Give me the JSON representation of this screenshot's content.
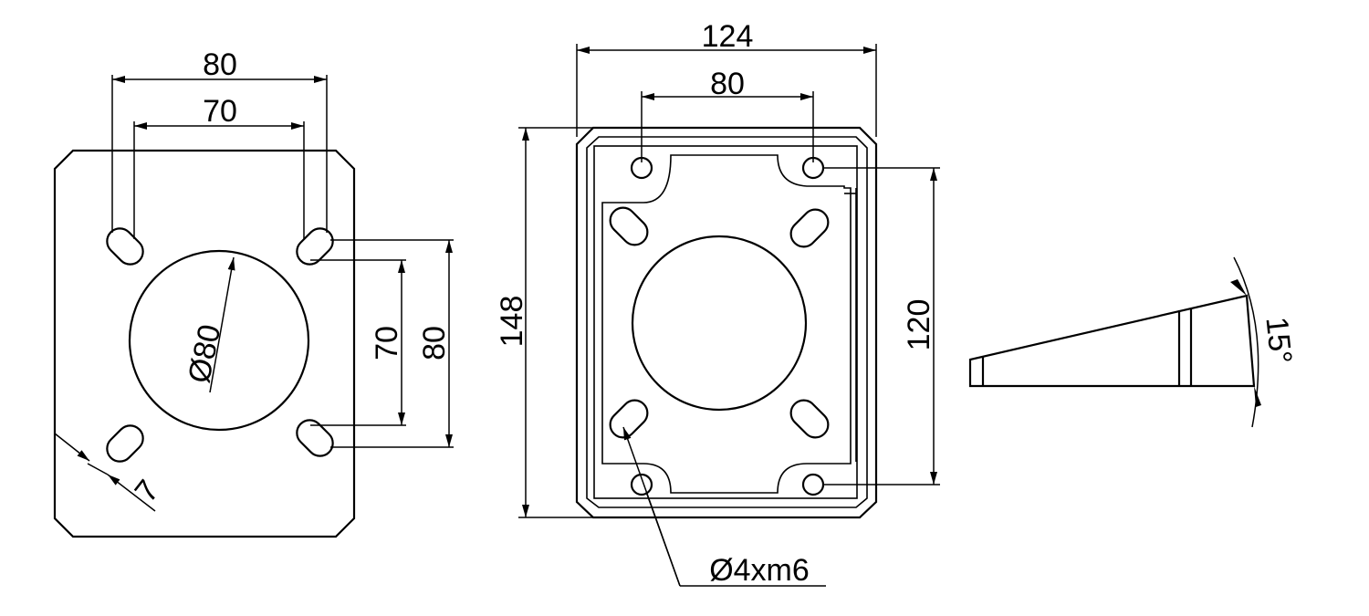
{
  "front_view": {
    "dim_outer_width": "80",
    "dim_inner_width": "70",
    "dim_diameter": "Ø80",
    "dim_inner_height": "70",
    "dim_outer_height": "80",
    "dim_slot": "7"
  },
  "top_view": {
    "dim_total_width": "124",
    "dim_hole_spacing": "80",
    "dim_total_height": "148",
    "dim_hole_height": "120",
    "hole_callout": "Ø4xm6"
  },
  "side_view": {
    "dim_angle": "15°"
  },
  "colors": {
    "line": "#000000",
    "background": "#ffffff"
  }
}
